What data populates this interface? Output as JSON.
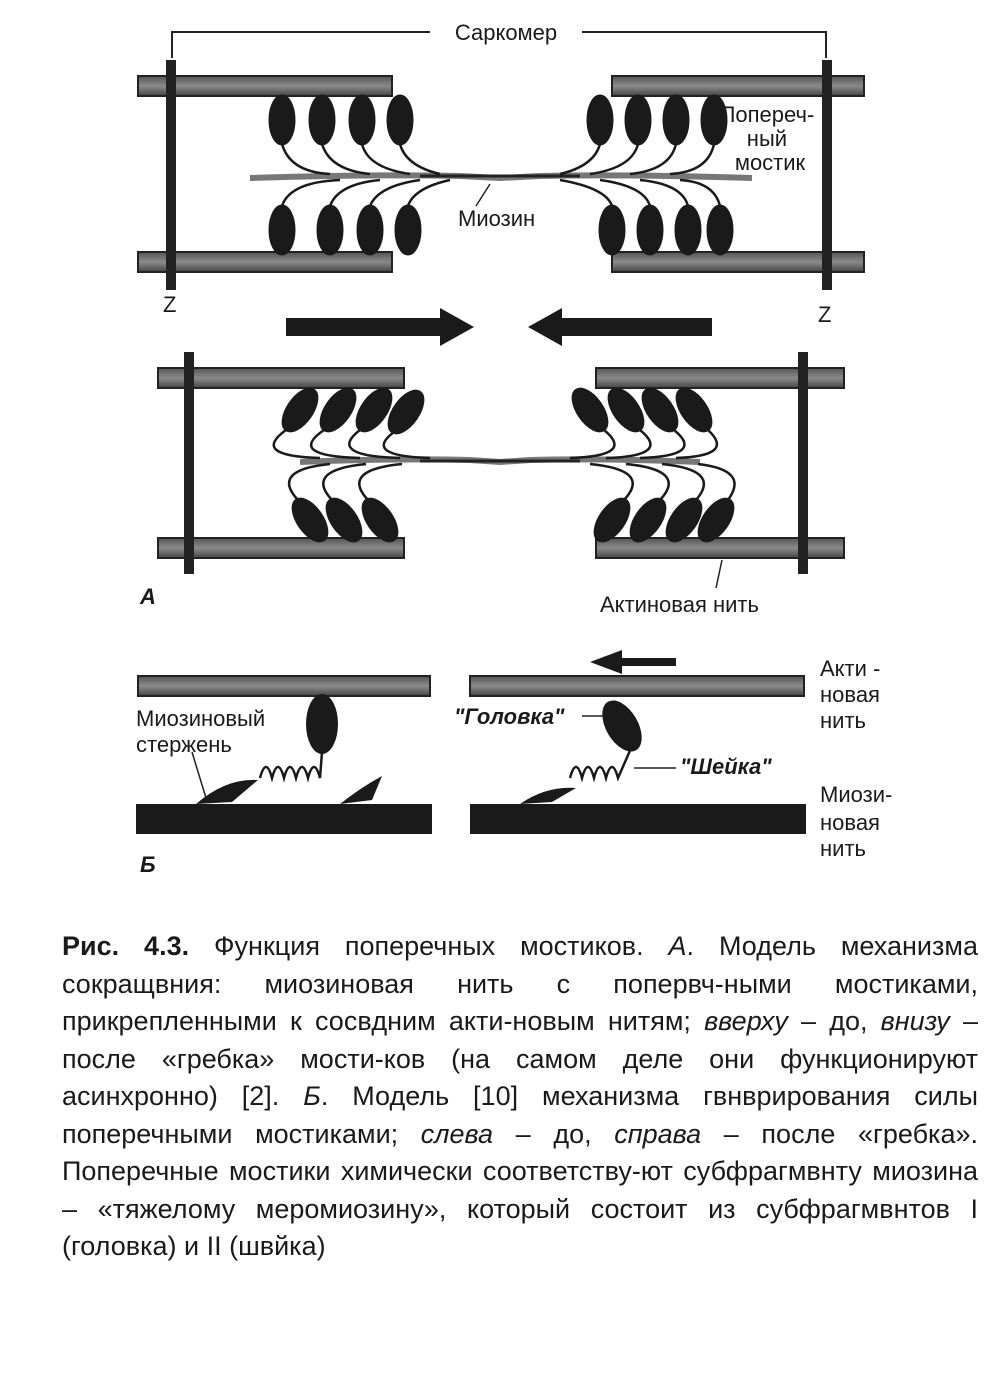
{
  "diagram": {
    "label_sarcomere": "Саркомер",
    "label_crossbridge": [
      "Попереч-",
      "ный",
      "мостик"
    ],
    "label_myosin": "Миозин",
    "label_z_left": "Z",
    "label_z_right": "Z",
    "label_panel_a": "А",
    "label_actin_filament": "Актиновая нить",
    "label_panel_b": "Б",
    "label_myosin_rod": [
      "Миозиновый",
      "стержень"
    ],
    "label_head": "\"Головка\"",
    "label_neck": "\"Шейка\"",
    "label_actin_right": [
      "Акти -",
      "новая",
      "нить"
    ],
    "label_myosin_filament_right": [
      "Миози-",
      "новая",
      "нить"
    ]
  },
  "caption": {
    "fig_num": "Рис. 4.3.",
    "p1": " Функция поперечных мостиков. ",
    "a_letter": "А",
    "p2": ". Модель механизма сокращвния: миозиновая нить с попервч-ными мостиками, прикрепленными к сосвдним акти-новым нитям; ",
    "top_word": "вверху",
    "p3": " – до, ",
    "bottom_word": "внизу",
    "p4": " – после «гребка» мости-ков (на самом деле они функционируют асинхронно) [2]. ",
    "b_letter": "Б",
    "p5": ". Модель [10] механизма гвнврирования силы поперечными мостиками; ",
    "left_word": "слева",
    "p6": " – до, ",
    "right_word": "справа",
    "p7": " – после «гребка». Поперечные мостики химически соответству-ют субфрагмвнту миозина – «тяжелому меромиозину», который состоит из субфрагмвнтов I (головка) и II (швйка)"
  }
}
